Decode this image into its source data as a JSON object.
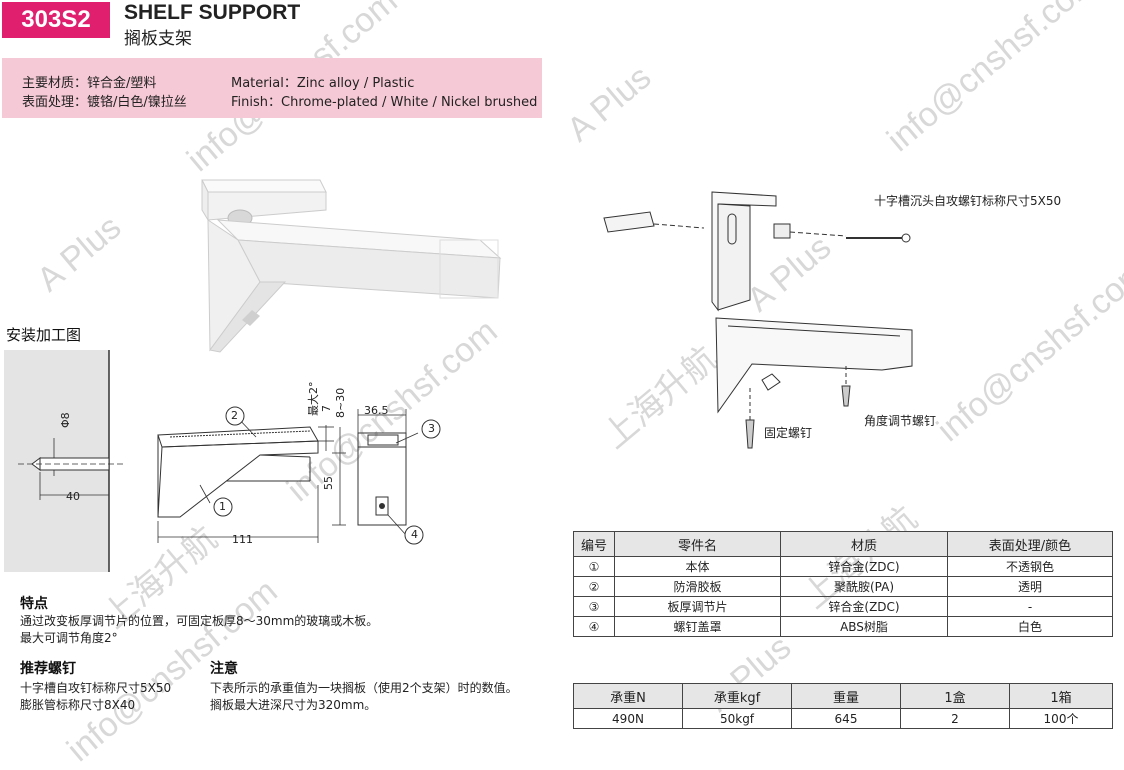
{
  "header": {
    "code": "303S2",
    "title_en": "SHELF SUPPORT",
    "title_cn": "搁板支架"
  },
  "specs": {
    "material_cn": "主要材质：锌合金/塑料",
    "finish_cn": "表面处理：镀铬/白色/镍拉丝",
    "material_en": "Material：Zinc alloy / Plastic",
    "finish_en": "Finish：Chrome-plated / White / Nickel brushed"
  },
  "install": {
    "title": "安装加工图",
    "hole_dia": "Φ8",
    "hole_depth": "40"
  },
  "drawing": {
    "callouts": [
      "1",
      "2",
      "3",
      "4"
    ],
    "dim_max_angle": "最大2°",
    "dim_7": "7",
    "dim_8_30": "8~30",
    "dim_365": "36.5",
    "dim_55": "55",
    "dim_111": "111"
  },
  "exploded": {
    "screw_label": "十字槽沉头自攻螺钉标称尺寸5X50",
    "fix_screw_label": "固定螺钉",
    "angle_screw_label": "角度调节螺钉"
  },
  "features": {
    "title": "特点",
    "line1": "通过改变板厚调节片的位置，可固定板厚8～30mm的玻璃或木板。",
    "line2": "最大可调节角度2°"
  },
  "screws": {
    "title": "推荐螺钉",
    "line1": "十字槽自攻钉标称尺寸5X50",
    "line2": "膨胀管标称尺寸8X40"
  },
  "notes": {
    "title": "注意",
    "line1": "下表所示的承重值为一块搁板（使用2个支架）时的数值。",
    "line2": "搁板最大进深尺寸为320mm。"
  },
  "parts_table": {
    "headers": [
      "编号",
      "零件名",
      "材质",
      "表面处理/颜色"
    ],
    "rows": [
      {
        "no": "①",
        "name": "本体",
        "material": "锌合金(ZDC)",
        "finish": "不透钢色"
      },
      {
        "no": "②",
        "name": "防滑胶板",
        "material": "聚酰胺(PA)",
        "finish": "透明"
      },
      {
        "no": "③",
        "name": "板厚调节片",
        "material": "锌合金(ZDC)",
        "finish": "-"
      },
      {
        "no": "④",
        "name": "螺钉盖罩",
        "material": "ABS树脂",
        "finish": "白色"
      }
    ]
  },
  "load_table": {
    "headers": [
      "承重N",
      "承重kgf",
      "重量",
      "1盒",
      "1箱"
    ],
    "values": [
      "490N",
      "50kgf",
      "645",
      "2",
      "100个"
    ]
  },
  "watermark": {
    "email": "info@cnshsf.com",
    "company": "上海升航",
    "brand": "A Plus"
  },
  "colors": {
    "badge": "#e0206e",
    "spec_band": "#f6c9d6"
  }
}
